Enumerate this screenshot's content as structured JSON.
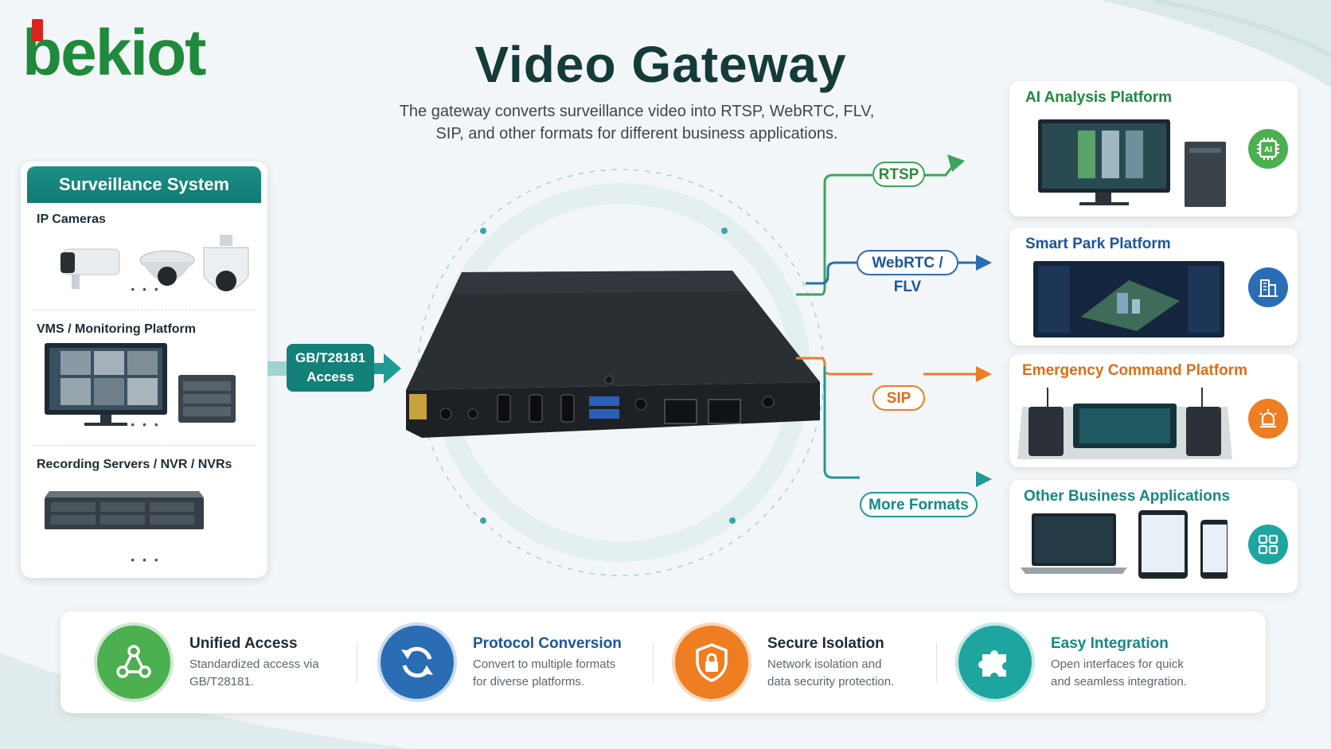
{
  "brand": {
    "logo_text": "bekiot"
  },
  "header": {
    "title": "Video Gateway",
    "subtitle_line1": "The gateway converts surveillance video into RTSP, WebRTC, FLV,",
    "subtitle_line2": "SIP, and other formats for different business applications."
  },
  "surveillance": {
    "title": "Surveillance System",
    "sections": [
      {
        "label": "IP Cameras",
        "more": "• • •"
      },
      {
        "label": "VMS / Monitoring Platform",
        "more": "• • •"
      },
      {
        "label": "Recording Servers / NVR / NVRs",
        "more": "• • •"
      }
    ]
  },
  "access": {
    "line1": "GB/T28181",
    "line2": "Access"
  },
  "formats": [
    {
      "label": "RTSP",
      "color": "#3aa55a"
    },
    {
      "label": "WebRTC / FLV",
      "color": "#2b6db5"
    },
    {
      "label": "SIP",
      "color": "#ef7d22"
    },
    {
      "label": "More Formats",
      "color": "#1f9a96"
    }
  ],
  "platforms": [
    {
      "title": "AI Analysis Platform",
      "color": "#1e8a3e",
      "icon": "ai-chip-icon",
      "icon_text": "AI",
      "icon_color": "#4caf50"
    },
    {
      "title": "Smart Park Platform",
      "color": "#1a56a0",
      "icon": "building-icon",
      "icon_color": "#2b6db5"
    },
    {
      "title": "Emergency Command Platform",
      "color": "#e06c16",
      "icon": "alarm-icon",
      "icon_color": "#ef7d22"
    },
    {
      "title": "Other Business Applications",
      "color": "#128a86",
      "icon": "apps-grid-icon",
      "icon_color": "#1ea59f"
    }
  ],
  "features": [
    {
      "title": "Unified Access",
      "desc1": "Standardized access via",
      "desc2": "GB/T28181.",
      "color": "#2c8a3e",
      "icon_color": "#4caf50",
      "icon": "network-nodes-icon"
    },
    {
      "title": "Protocol Conversion",
      "desc1": "Convert to multiple formats",
      "desc2": "for diverse platforms.",
      "color": "#1a56a0",
      "icon_color": "#2b6db5",
      "icon": "refresh-cycle-icon"
    },
    {
      "title": "Secure Isolation",
      "desc1": "Network isolation and",
      "desc2": "data security protection.",
      "color": "#1d2b36",
      "icon_color": "#ef7d22",
      "icon": "shield-lock-icon"
    },
    {
      "title": "Easy Integration",
      "desc1": "Open interfaces for quick",
      "desc2": "and seamless integration.",
      "color": "#128a86",
      "icon_color": "#1ea59f",
      "icon": "puzzle-icon"
    }
  ]
}
